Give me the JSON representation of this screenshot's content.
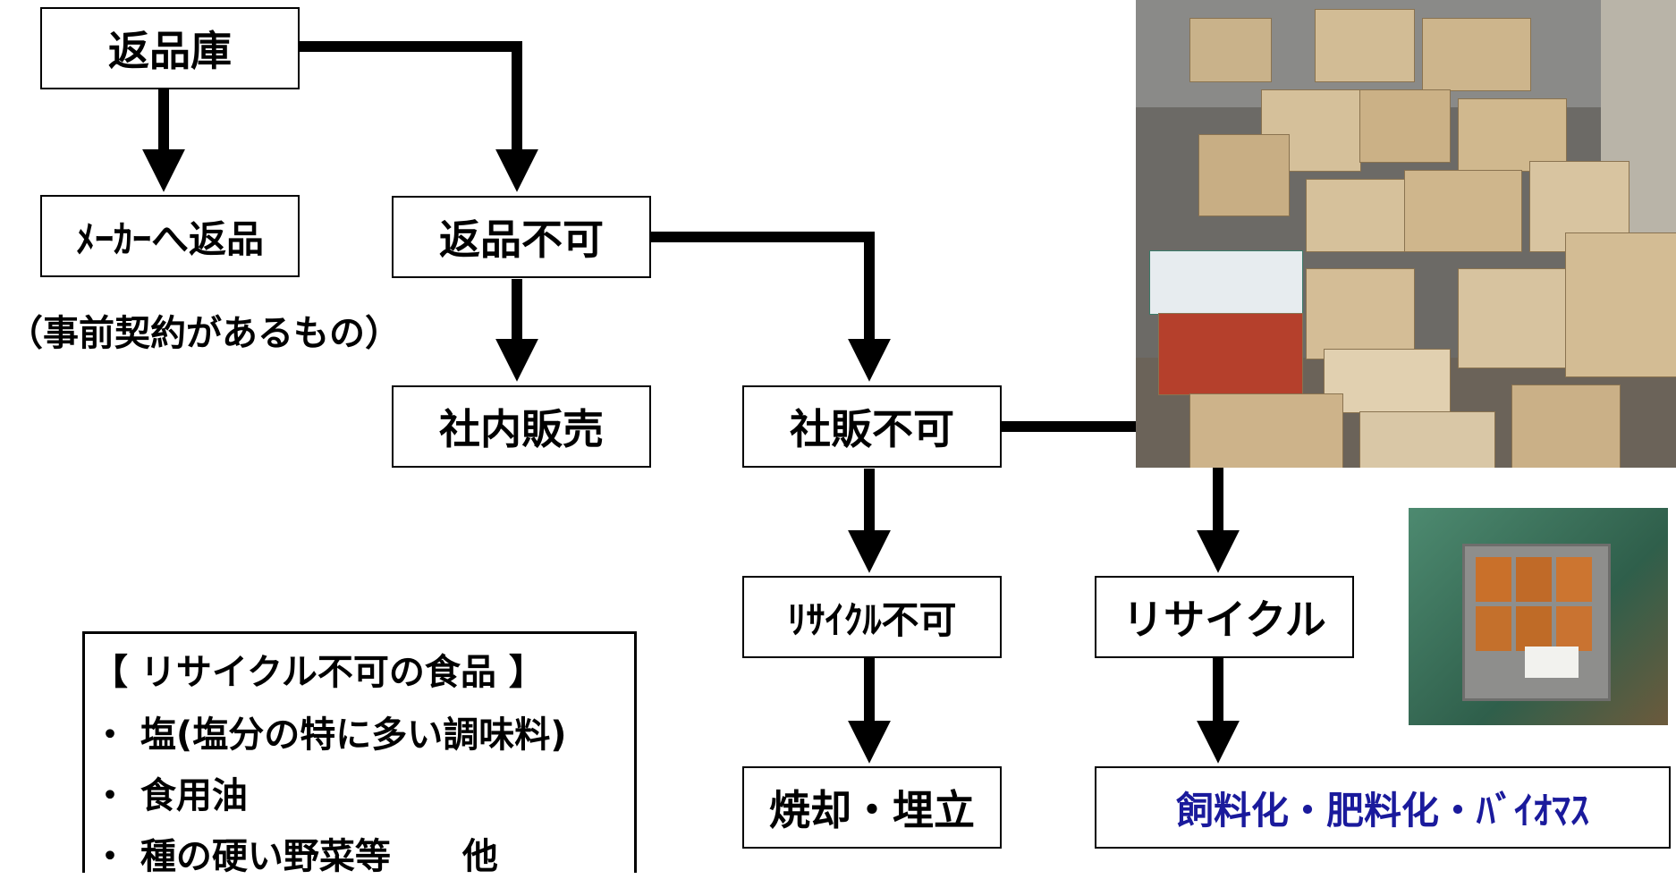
{
  "nodes": {
    "return_warehouse": "返品庫",
    "return_to_maker": "ﾒｰｶｰへ返品",
    "return_to_maker_note": "（事前契約があるもの）",
    "return_not_possible": "返品不可",
    "internal_sale": "社内販売",
    "internal_sale_not_possible": "社販不可",
    "recycle_not_possible": "ﾘｻｲｸﾙ不可",
    "recycle": "リサイクル",
    "incineration_landfill": "焼却・埋立",
    "feed_fertilizer_biomass": "飼料化・肥料化・ﾊﾞｲｵﾏｽ"
  },
  "legend": {
    "title": "【 リサイクル不可の食品 】",
    "items": [
      "・ 塩(塩分の特に多い調味料)",
      "・ 食用油",
      "・ 種の硬い野菜等　　他"
    ]
  },
  "colors": {
    "accent_text": "#1a1a9c",
    "line": "#000000"
  },
  "images": {
    "warehouse_photo": "warehouse-boxes-photo",
    "crate_photo": "green-cart-crate-photo"
  }
}
